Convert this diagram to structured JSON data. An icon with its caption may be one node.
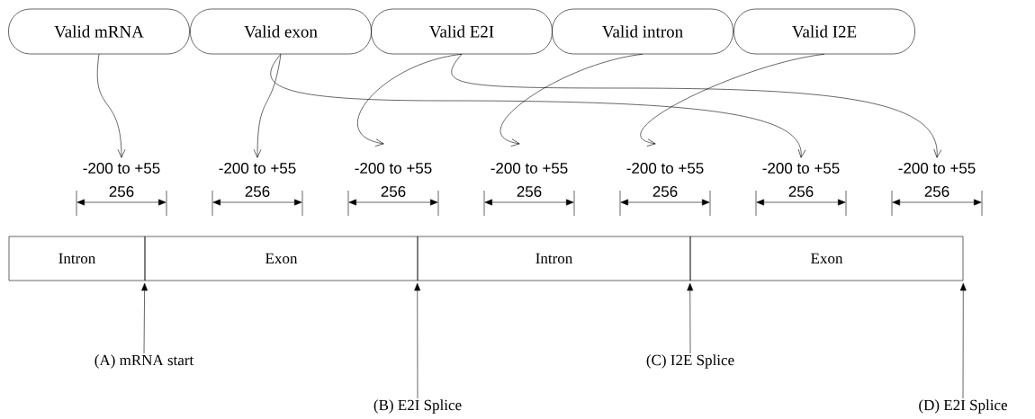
{
  "diagram": {
    "nodes": [
      {
        "text": [
          "Valid mRNA"
        ]
      },
      {
        "text": [
          "Valid exon"
        ]
      },
      {
        "text": [
          "Valid E2I"
        ]
      },
      {
        "text": [
          "Valid intron"
        ]
      },
      {
        "text": [
          "Valid I2E"
        ]
      },
      {
        "text": [
          "-200 to +55"
        ],
        "beside": [
          "256"
        ]
      },
      {
        "text": [
          "-200 to +55"
        ],
        "beside": [
          "256"
        ]
      },
      {
        "text": [
          "-200 to +55"
        ],
        "beside": [
          "256"
        ]
      },
      {
        "text": [
          "-200 to +55"
        ],
        "beside": [
          "256"
        ]
      },
      {
        "text": [
          "-200 to +55"
        ],
        "beside": [
          "256"
        ]
      },
      {
        "text": [
          "-200 to +55"
        ],
        "beside": [
          "256"
        ]
      },
      {
        "text": [
          "-200 to +55"
        ],
        "beside": [
          "256"
        ]
      },
      {
        "text": [
          "Intron"
        ]
      },
      {
        "text": [
          "Exon"
        ]
      },
      {
        "text": [
          "Intron"
        ]
      },
      {
        "text": [
          "Exon"
        ]
      },
      {
        "text": [
          "(A) mRNA start"
        ]
      },
      {
        "text": [
          "(B) E2I Splice"
        ]
      },
      {
        "text": [
          "(C) I2E Splice"
        ]
      },
      {
        "text": [
          "(D) E2I Splice"
        ]
      }
    ],
    "edges": [
      {
        "from": 0,
        "to": 5,
        "arrow": "to"
      },
      {
        "from": 1,
        "to": 6,
        "arrow": "to"
      },
      {
        "from": 1,
        "to": 10,
        "arrow": "to"
      },
      {
        "from": 2,
        "to": 7,
        "arrow": "to"
      },
      {
        "from": 2,
        "to": 11,
        "arrow": "to"
      },
      {
        "from": 3,
        "to": 8,
        "arrow": "to"
      },
      {
        "from": 4,
        "to": 9,
        "arrow": "to"
      },
      {
        "from": 16,
        "to": 13,
        "arrow": "to"
      },
      {
        "from": 17,
        "to": 14,
        "arrow": "to"
      },
      {
        "from": 18,
        "to": 15,
        "arrow": "to"
      },
      {
        "from": 19,
        "to": 15,
        "arrow": "to"
      }
    ]
  }
}
